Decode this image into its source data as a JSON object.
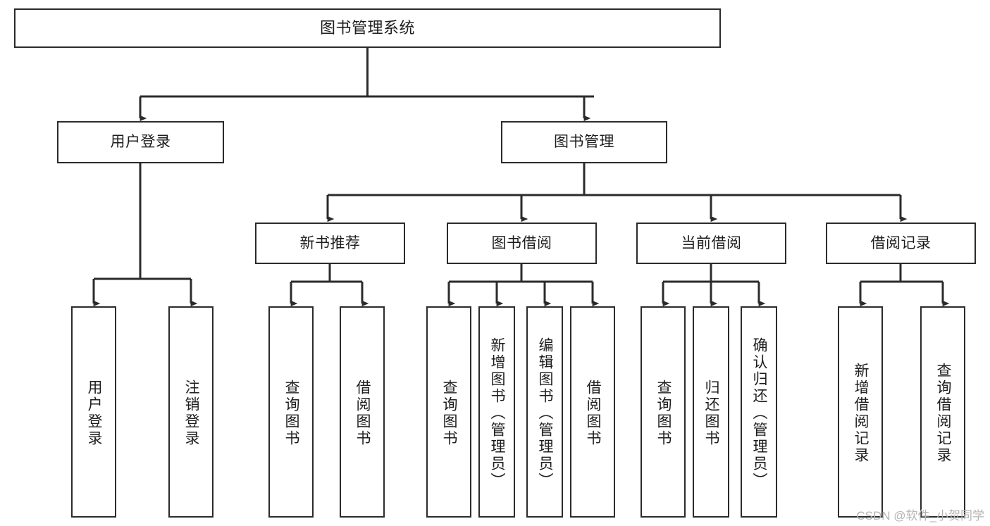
{
  "diagram": {
    "title": "图书管理系统",
    "type": "tree-hierarchy-diagram",
    "colors": {
      "box_border": "#2b2b2b",
      "box_fill": "#ffffff",
      "connector": "#2b2b2b",
      "text": "#1d1d1d",
      "watermark": "#b4b4b4",
      "background": "#ffffff"
    }
  },
  "root": {
    "label": "图书管理系统"
  },
  "level2": [
    {
      "label": "用户登录"
    },
    {
      "label": "图书管理"
    }
  ],
  "level3": [
    {
      "label": "新书推荐"
    },
    {
      "label": "图书借阅"
    },
    {
      "label": "当前借阅"
    },
    {
      "label": "借阅记录"
    }
  ],
  "leaves": {
    "user_login": [
      {
        "label": "用户登录"
      },
      {
        "label": "注销登录"
      }
    ],
    "new_book_recommend": [
      {
        "label": "查询图书"
      },
      {
        "label": "借阅图书"
      }
    ],
    "book_borrow": [
      {
        "label": "查询图书"
      },
      {
        "label": "新增图书（管理员）"
      },
      {
        "label": "编辑图书（管理员）"
      },
      {
        "label": "借阅图书"
      }
    ],
    "current_borrow": [
      {
        "label": "查询图书"
      },
      {
        "label": "归还图书"
      },
      {
        "label": "确认归还（管理员）"
      }
    ],
    "borrow_record": [
      {
        "label": "新增借阅记录"
      },
      {
        "label": "查询借阅记录"
      }
    ]
  },
  "watermark": {
    "text": "CSDN @软件_小贺同学"
  }
}
